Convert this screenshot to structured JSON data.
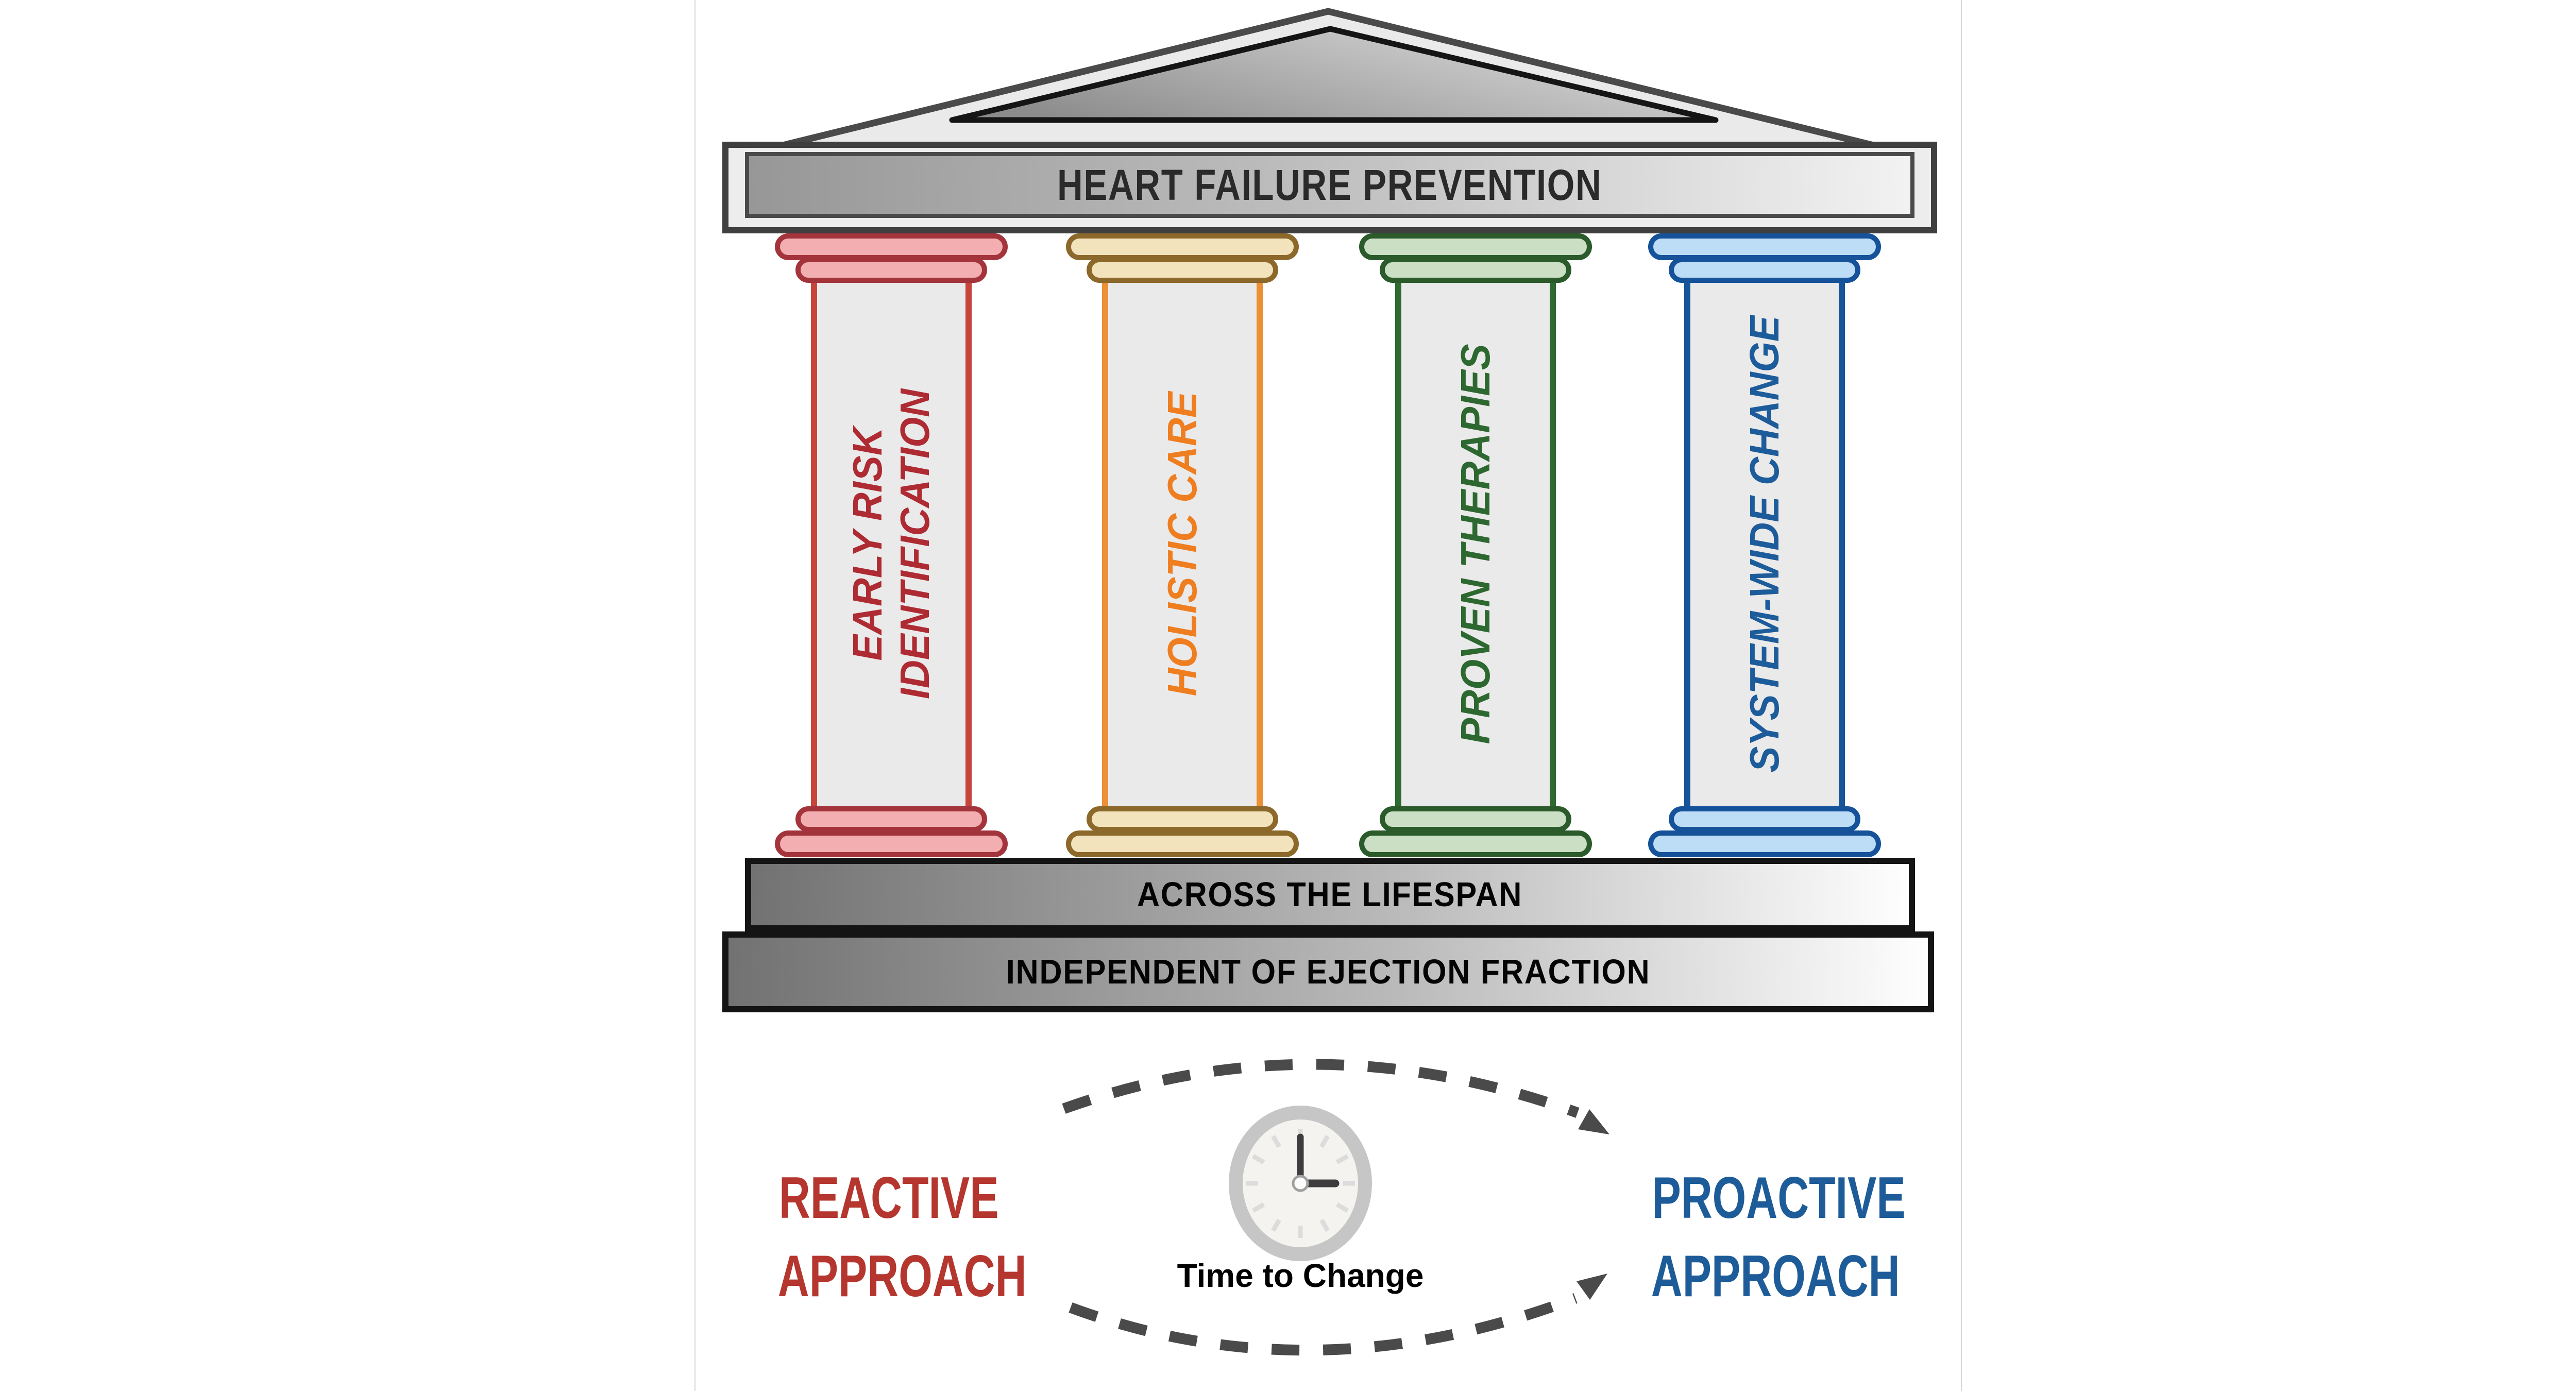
{
  "figure": {
    "banner": {
      "title": "HEART FAILURE PREVENTION"
    },
    "pillars": [
      {
        "id": "early-risk-identification",
        "lines": [
          "EARLY RISK",
          "IDENTIFICATION"
        ],
        "color": "#ae2b33"
      },
      {
        "id": "holistic-care",
        "lines": [
          "HOLISTIC CARE"
        ],
        "color": "#ee7e20"
      },
      {
        "id": "proven-therapies",
        "lines": [
          "PROVEN THERAPIES"
        ],
        "color": "#2e6831"
      },
      {
        "id": "system-wide-change",
        "lines": [
          "SYSTEM-WIDE CHANGE"
        ],
        "color": "#1d5c9b"
      }
    ],
    "steps": [
      {
        "label": "ACROSS THE LIFESPAN"
      },
      {
        "label": "INDEPENDENT OF EJECTION FRACTION"
      }
    ],
    "transition": {
      "left_label": {
        "lines": [
          "REACTIVE",
          "APPROACH"
        ],
        "color": "#b5362e"
      },
      "right_label": {
        "lines": [
          "PROACTIVE",
          "APPROACH"
        ],
        "color": "#1d5c99"
      },
      "clock_caption": "Time to Change",
      "clock_time": "3:00"
    },
    "colors": {
      "pediment_border": "#4a4a4a",
      "pediment_fill": "#eaeaea",
      "inner_pediment_border": "#151515",
      "banner_border": "#3f3f3f",
      "step_border": "#141414",
      "arrow_gray": "#4a4a4a",
      "clock_ring": "#c6c6c6",
      "clock_face": "#f5f3f0",
      "shaft_fill": "#ebeaea"
    }
  }
}
